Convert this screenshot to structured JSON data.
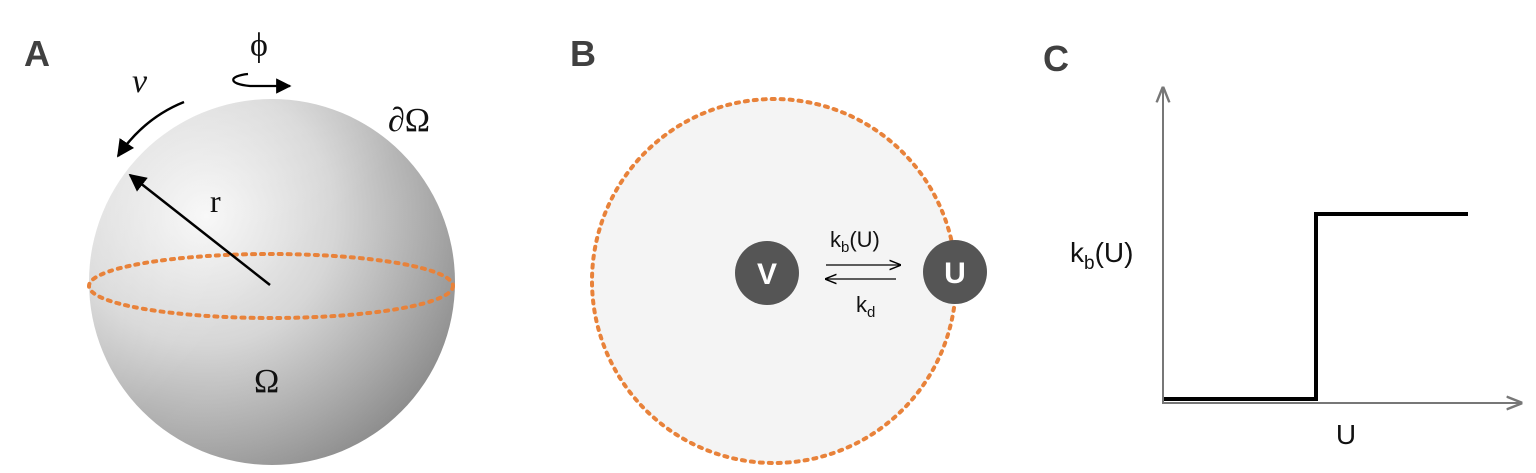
{
  "colors": {
    "boundary_dots": "#e8823a",
    "node_fill": "#555555",
    "domain_fill": "#f4f4f4",
    "axis": "#777777",
    "step_line": "#000000"
  },
  "panel_a": {
    "letter": "A",
    "phi_label": "ϕ",
    "nu_label": "ν",
    "boundary_label": "∂Ω",
    "radius_label": "r",
    "domain_label": "Ω"
  },
  "panel_b": {
    "letter": "B",
    "node_v": "V",
    "node_u": "U",
    "forward_rate": {
      "main": "k",
      "sub": "b",
      "arg": "(U)"
    },
    "backward_rate": {
      "main": "k",
      "sub": "d"
    }
  },
  "panel_c": {
    "letter": "C",
    "ylabel": {
      "main": "k",
      "sub": "b",
      "arg": "(U)"
    },
    "xlabel": "U"
  },
  "chart_data": {
    "type": "line",
    "title": "",
    "xlabel": "U",
    "ylabel": "kb(U)",
    "series": [
      {
        "x": [
          0,
          0.44,
          0.44,
          0.88
        ],
        "y": [
          0,
          0,
          1,
          1
        ]
      }
    ],
    "grid": false
  }
}
